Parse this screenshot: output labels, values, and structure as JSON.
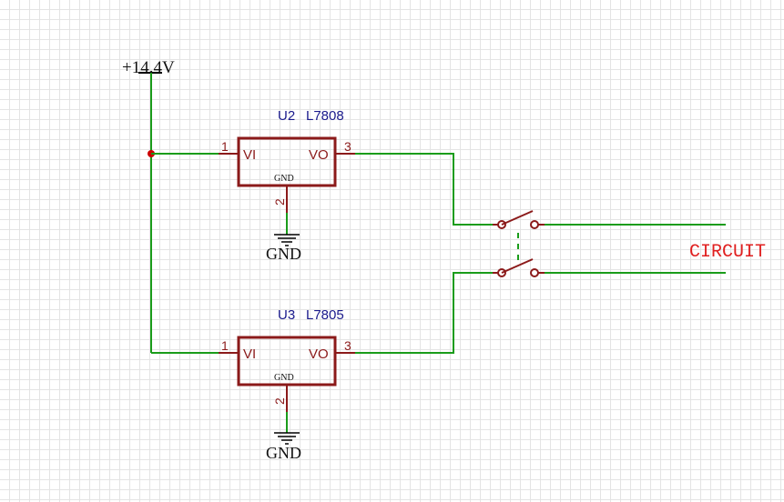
{
  "power": {
    "label": "+14.4V"
  },
  "regulators": [
    {
      "ref": "U2",
      "part": "L7808",
      "pin_in_label": "VI",
      "pin_out_label": "VO",
      "pin_gnd_label": "GND",
      "pin_in_num": "1",
      "pin_gnd_num": "2",
      "pin_out_num": "3",
      "ground_label": "GND"
    },
    {
      "ref": "U3",
      "part": "L7805",
      "pin_in_label": "VI",
      "pin_out_label": "VO",
      "pin_gnd_label": "GND",
      "pin_in_num": "1",
      "pin_gnd_num": "2",
      "pin_out_num": "3",
      "ground_label": "GND"
    }
  ],
  "net_label": "CIRCUIT",
  "colors": {
    "wire": "#1a9c1a",
    "component": "#8b1a1a",
    "designator": "#1a1a8c",
    "net_label": "#e02020",
    "junction": "#cc0000"
  }
}
